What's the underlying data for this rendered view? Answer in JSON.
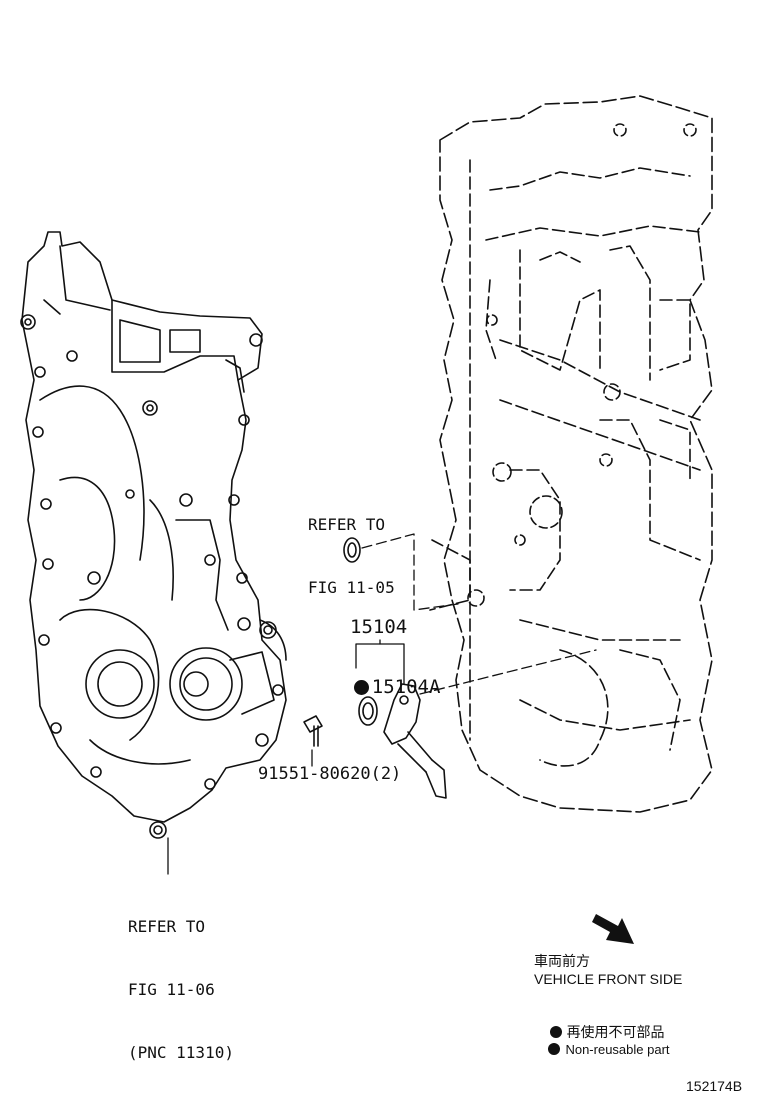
{
  "callouts": {
    "refer_fig_11_05": {
      "line1": "REFER TO",
      "line2": "FIG 11-05"
    },
    "part_15104": "15104",
    "part_15104a": "15104A",
    "part_bolt": "91551-80620(2)",
    "refer_fig_11_06": {
      "line1": "REFER TO",
      "line2": "FIG 11-06",
      "line3": "(PNC 11310)"
    }
  },
  "legend": {
    "front_jp": "車両前方",
    "front_en": "VEHICLE FRONT SIDE",
    "nonreusable_jp": "再使用不可部品",
    "nonreusable_en": "Non-reusable part"
  },
  "figure_id": "152174B",
  "colors": {
    "ink": "#111111",
    "background": "#ffffff"
  },
  "icons": {
    "front_arrow": "arrow-down-right-icon",
    "nonreusable_marker": "filled-circle-icon"
  }
}
